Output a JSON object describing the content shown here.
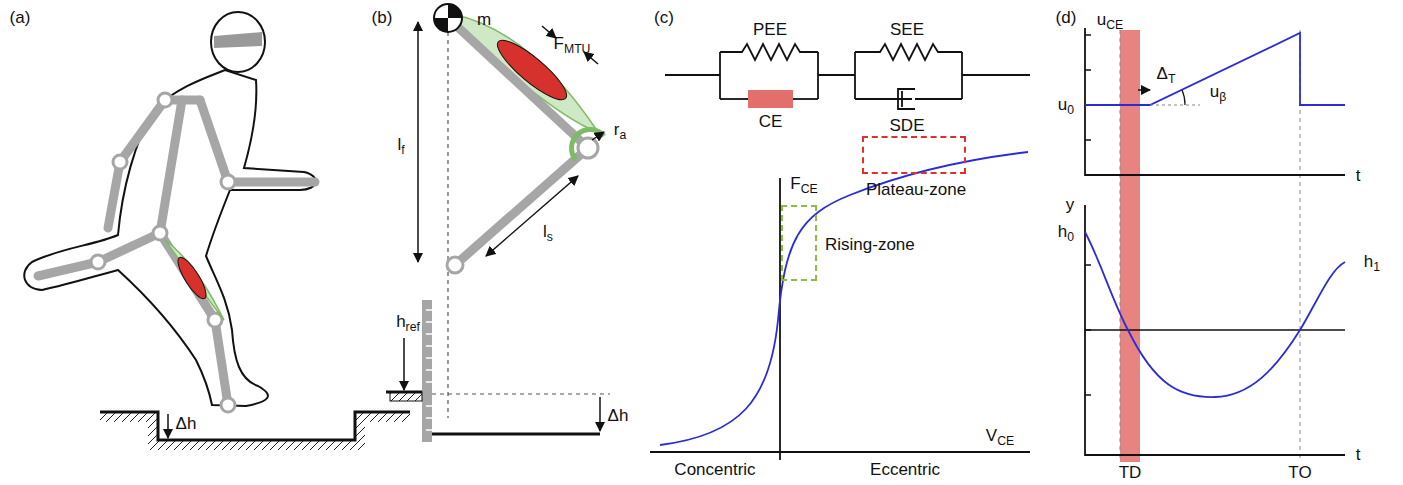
{
  "diagram": {
    "nodes": [
      {
        "text": [
          "CE"
        ]
      },
      {
        "text": [
          "Rising-zone"
        ]
      },
      {
        "text": [
          "Plateau-zone"
        ]
      }
    ],
    "labels": [
      "(a)",
      "Δh",
      "(b)",
      "m",
      "FMTU",
      "ra",
      "lf",
      "ls",
      "href",
      "Δh",
      "(c)",
      "PEE",
      "SEE",
      "SDE",
      "FCE",
      "VCE",
      "Concentric",
      "Eccentric",
      "(d)",
      "uCE",
      "ΔT",
      "u0",
      "uβ",
      "t",
      "y",
      "h0",
      "h1",
      "t",
      "TD",
      "TO"
    ]
  }
}
